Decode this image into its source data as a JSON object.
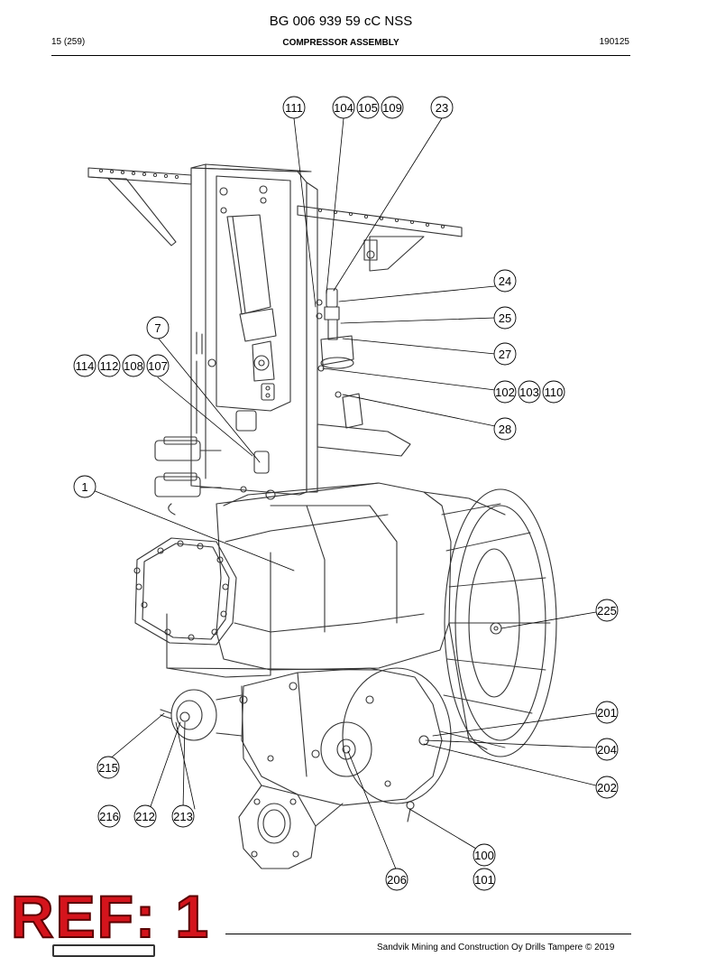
{
  "header": {
    "doc_number": "BG 006 939 59 cC NSS",
    "page": "15 (259)",
    "section": "COMPRESSOR ASSEMBLY",
    "date_code": "190125"
  },
  "callouts": [
    {
      "id": "c111",
      "label": "111"
    },
    {
      "id": "c104",
      "label": "104"
    },
    {
      "id": "c105",
      "label": "105"
    },
    {
      "id": "c109",
      "label": "109"
    },
    {
      "id": "c23",
      "label": "23"
    },
    {
      "id": "c24",
      "label": "24"
    },
    {
      "id": "c25",
      "label": "25"
    },
    {
      "id": "c7",
      "label": "7"
    },
    {
      "id": "c27",
      "label": "27"
    },
    {
      "id": "c114",
      "label": "114"
    },
    {
      "id": "c112",
      "label": "112"
    },
    {
      "id": "c108",
      "label": "108"
    },
    {
      "id": "c107",
      "label": "107"
    },
    {
      "id": "c102",
      "label": "102"
    },
    {
      "id": "c103",
      "label": "103"
    },
    {
      "id": "c110",
      "label": "110"
    },
    {
      "id": "c28",
      "label": "28"
    },
    {
      "id": "c1",
      "label": "1"
    },
    {
      "id": "c225",
      "label": "225"
    },
    {
      "id": "c201",
      "label": "201"
    },
    {
      "id": "c204",
      "label": "204"
    },
    {
      "id": "c215",
      "label": "215"
    },
    {
      "id": "c202",
      "label": "202"
    },
    {
      "id": "c216",
      "label": "216"
    },
    {
      "id": "c212",
      "label": "212"
    },
    {
      "id": "c213",
      "label": "213"
    },
    {
      "id": "c100",
      "label": "100"
    },
    {
      "id": "c206",
      "label": "206"
    },
    {
      "id": "c101",
      "label": "101"
    }
  ],
  "stamp": {
    "text": "REF: 1",
    "color": "#d4141c"
  },
  "footer": {
    "text": "Sandvik Mining and Construction Oy Drills Tampere © 2019"
  },
  "colors": {
    "line": "#000000",
    "drawing": "#333333",
    "background": "#ffffff"
  }
}
